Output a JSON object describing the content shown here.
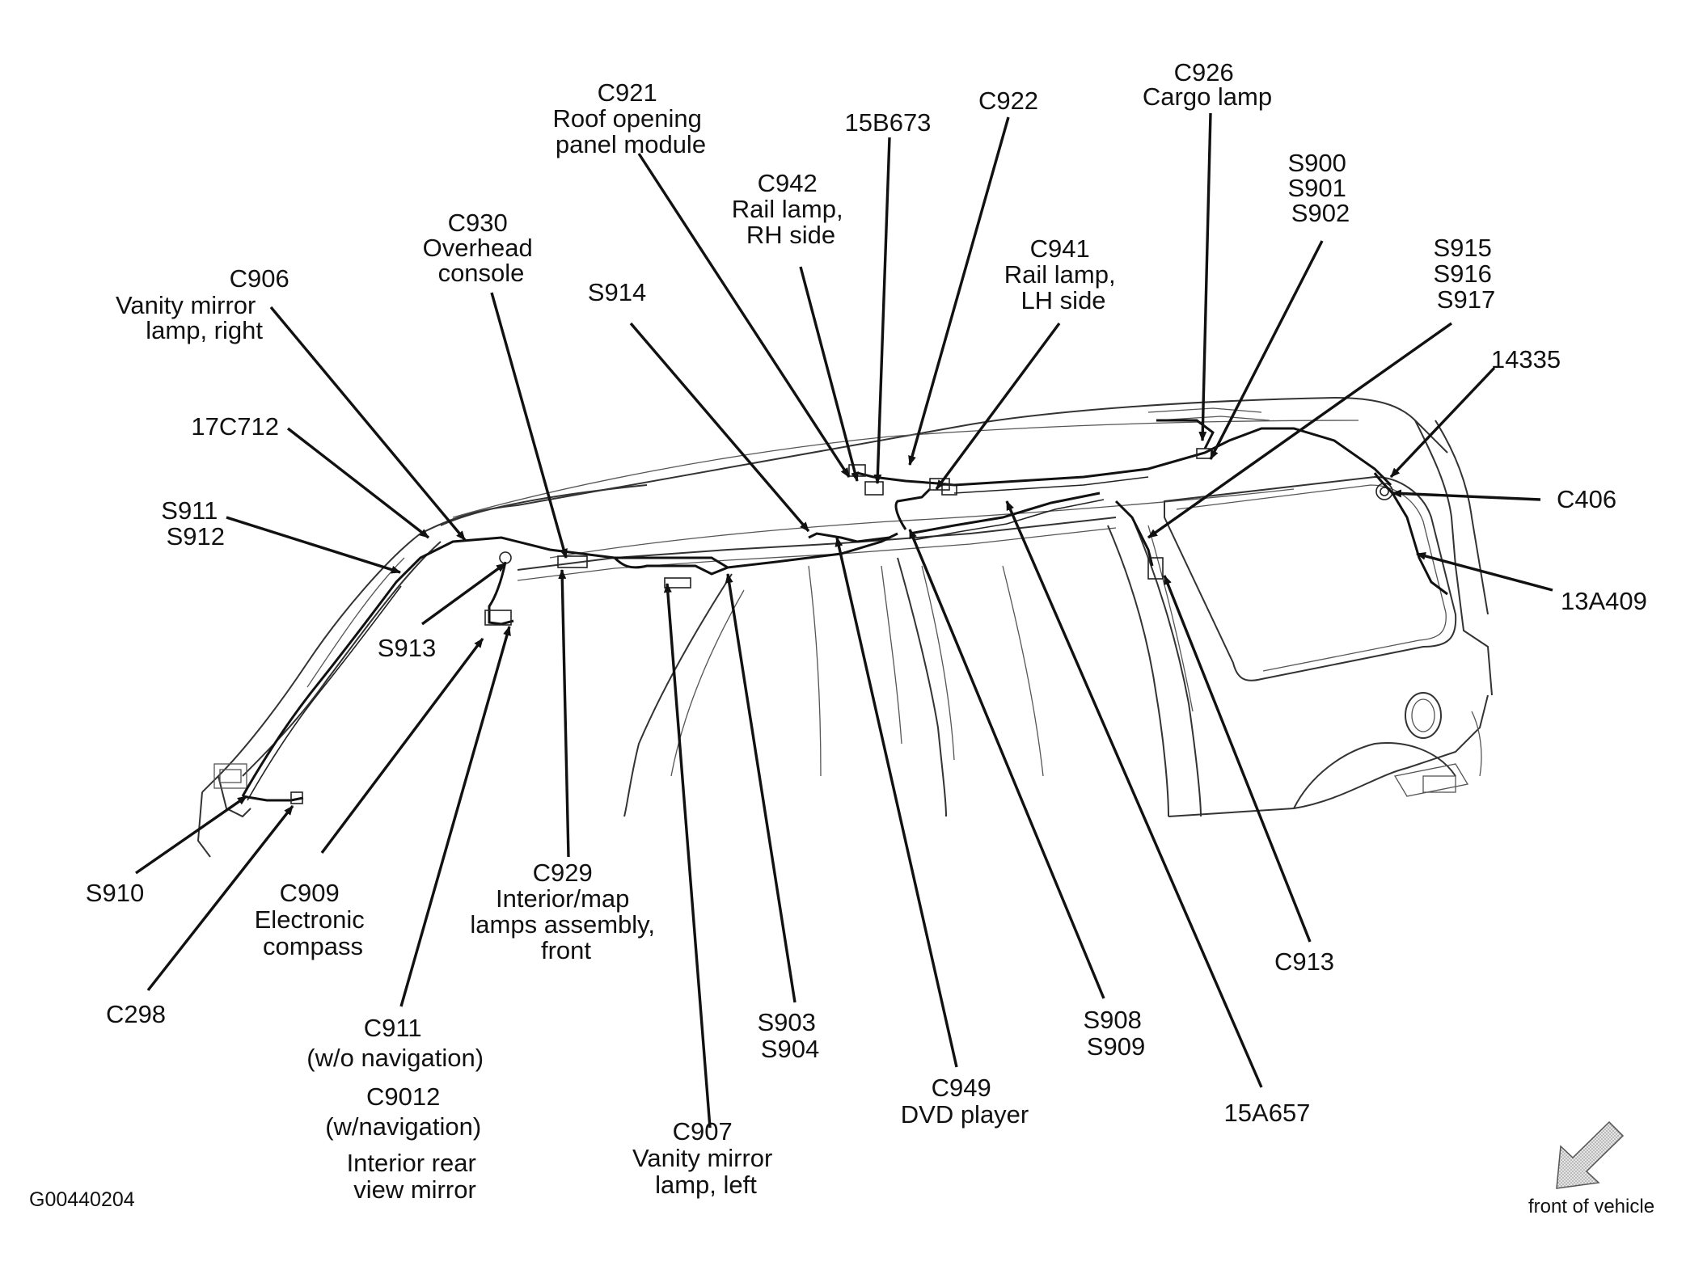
{
  "figure_id": "G00440204",
  "front_note": "front of vehicle",
  "colors": {
    "ink": "#111111",
    "arrow_fill": "#c8c8c8"
  },
  "labels": {
    "c921": [
      "C921",
      "Roof opening",
      "panel module"
    ],
    "b15673": [
      "15B673"
    ],
    "c922": [
      "C922"
    ],
    "c926": [
      "C926",
      "Cargo lamp"
    ],
    "c942": [
      "C942",
      "Rail lamp,",
      "RH side"
    ],
    "s900": [
      "S900",
      "S901",
      "S902"
    ],
    "c930": [
      "C930",
      "Overhead",
      "console"
    ],
    "c941": [
      "C941",
      "Rail lamp,",
      "LH side"
    ],
    "s915": [
      "S915",
      "S916",
      "S917"
    ],
    "c906": [
      "C906",
      "Vanity mirror",
      "lamp, right"
    ],
    "s914": [
      "S914"
    ],
    "a14335": [
      "14335"
    ],
    "c17712": [
      "17C712"
    ],
    "c406": [
      "C406"
    ],
    "s911": [
      "S911",
      "S912"
    ],
    "a13409": [
      "13A409"
    ],
    "s913": [
      "S913"
    ],
    "s910": [
      "S910"
    ],
    "c909": [
      "C909",
      "Electronic",
      "compass"
    ],
    "c929": [
      "C929",
      "Interior/map",
      "lamps assembly,",
      "front"
    ],
    "c913": [
      "C913"
    ],
    "c298": [
      "C298"
    ],
    "c911": [
      "C911",
      "(w/o navigation)",
      "C9012",
      "(w/navigation)",
      "Interior rear",
      "view mirror"
    ],
    "s903": [
      "S903",
      "S904"
    ],
    "s908": [
      "S908",
      "S909"
    ],
    "c949": [
      "C949",
      "DVD player"
    ],
    "a15657": [
      "15A657"
    ],
    "c907": [
      "C907",
      "Vanity mirror",
      "lamp, left"
    ]
  }
}
